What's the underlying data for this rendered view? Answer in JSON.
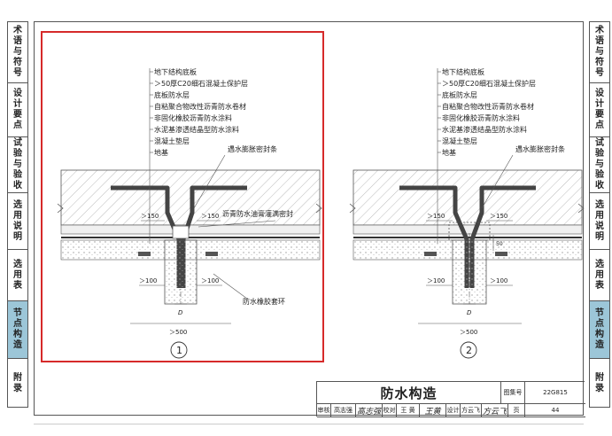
{
  "side_tabs": {
    "left": [
      "术语与符号",
      "设计要点",
      "试验与验收",
      "选用说明",
      "选用表",
      "节点构造",
      "附录"
    ],
    "right": [
      "术语与符号",
      "设计要点",
      "试验与验收",
      "选用说明",
      "选用表",
      "节点构造",
      "附录"
    ],
    "active_index": 5
  },
  "layers": [
    "地下结构底板",
    "＞50厚C20细石混凝土保护层",
    "底板防水层",
    "自粘聚合物改性沥青防水卷材",
    "非固化橡胶沥青防水涂料",
    "水泥基渗透结晶型防水涂料",
    "混凝土垫层",
    "地基"
  ],
  "detail1": {
    "label_seal": "遇水膨胀密封条",
    "label_mastic": "沥青防水油膏灌满密封",
    "label_ring": "防水橡胶套环",
    "dim_150_a": "＞150",
    "dim_150_b": "＞150",
    "dim_100_a": "＞100",
    "dim_100_b": "＞100",
    "dim_500": "＞500",
    "dia": "D",
    "number": "1",
    "highlight_color": "#d62a2a"
  },
  "detail2": {
    "label_seal": "遇水膨胀密封条",
    "dim_150_a": "＞150",
    "dim_150_b": "＞150",
    "dim_100_a": "＞100",
    "dim_100_b": "＞100",
    "dim_50": "50",
    "dim_500": "＞500",
    "dia": "D",
    "number": "2"
  },
  "title_block": {
    "title": "防水构造",
    "atlas_label": "图集号",
    "atlas_no": "22G815",
    "review_label": "审核",
    "reviewer": "高志强",
    "reviewer_sign": "高志强",
    "check_label": "校对",
    "checker": "王 黄",
    "checker_sign": "王黄",
    "design_label": "设计",
    "designer": "方云飞",
    "designer_sign": "方云飞",
    "page_label": "页",
    "page_no": "44"
  }
}
